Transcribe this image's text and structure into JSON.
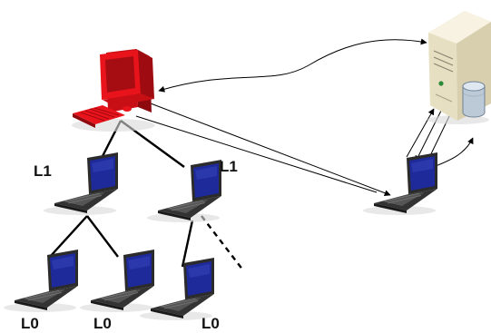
{
  "labels": {
    "l1_left": "L1",
    "l1_right": "L1",
    "l0_a": "L0",
    "l0_b": "L0",
    "l0_c": "L0"
  },
  "colors": {
    "pc_body": "#e8131b",
    "pc_dark": "#9e0b10",
    "laptop_body": "#2a2a2a",
    "laptop_screen": "#1e2a9a",
    "server_body": "#efe8cf",
    "edge": "#000000"
  },
  "icons": {
    "root": "desktop-computer-icon",
    "leaf": "laptop-icon",
    "server": "server-icon",
    "database": "database-icon"
  }
}
